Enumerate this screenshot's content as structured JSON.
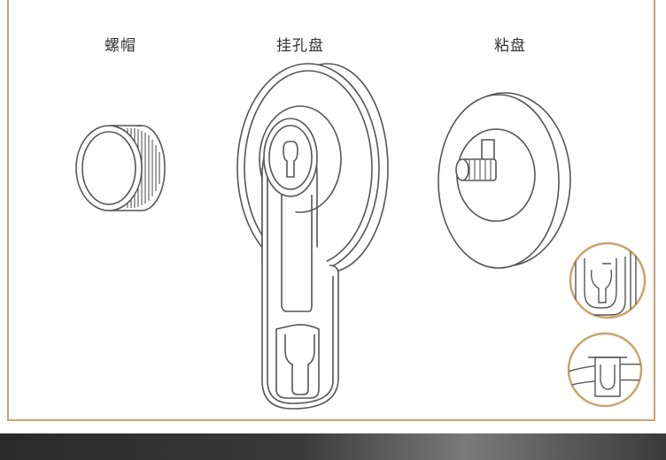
{
  "labels": {
    "nut": "螺帽",
    "hook_plate": "挂孔盘",
    "adhesive_plate": "粘盘"
  },
  "colors": {
    "frame": "#c9a46e",
    "line": "#555555",
    "inset_border": "#c9a46e",
    "bottom_bar": "#333333"
  }
}
